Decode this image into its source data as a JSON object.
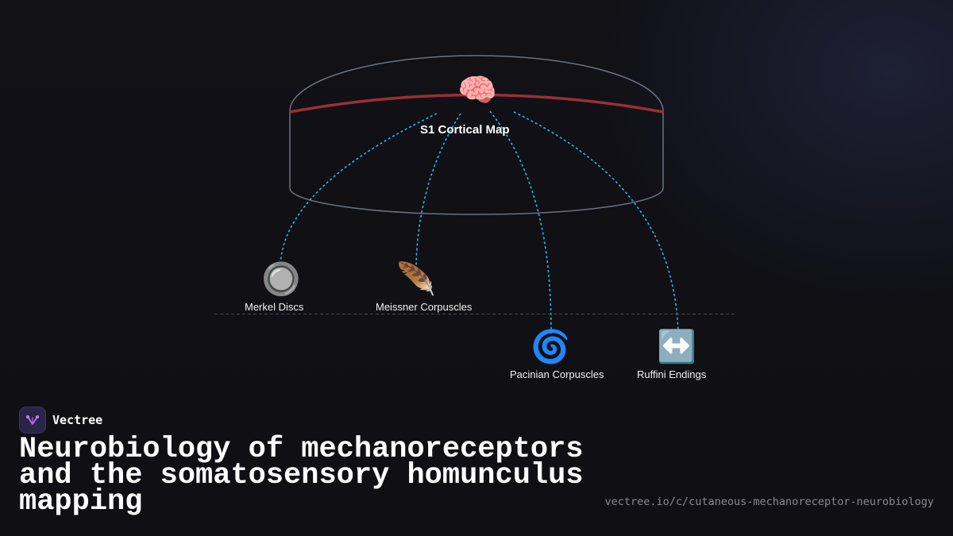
{
  "diagram": {
    "hub": {
      "icon": "brain-emoji",
      "glyph": "🧠",
      "label": "S1 Cortical Map"
    },
    "receptors": [
      {
        "icon": "radio-button-emoji",
        "glyph": "🔘",
        "label": "Merkel Discs"
      },
      {
        "icon": "feather-emoji",
        "glyph": "🪶",
        "label": "Meissner Corpuscles"
      },
      {
        "icon": "cyclone-emoji",
        "glyph": "🌀",
        "label": "Pacinian Corpuscles"
      },
      {
        "icon": "left-right-arrow-emoji",
        "glyph": "↔️",
        "label": "Ruffini Endings"
      }
    ],
    "colors": {
      "cylinder_outline": "#6b7384",
      "cortex_arc": "#9b2f35",
      "connection": "#2fb6e6",
      "divider": "#4a4a55"
    }
  },
  "brand": {
    "name": "Vectree",
    "logo_icon": "vectree-logo"
  },
  "title": "Neurobiology of mechanoreceptors and the somatosensory homunculus mapping",
  "url": "vectree.io/c/cutaneous-mechanoreceptor-neurobiology"
}
